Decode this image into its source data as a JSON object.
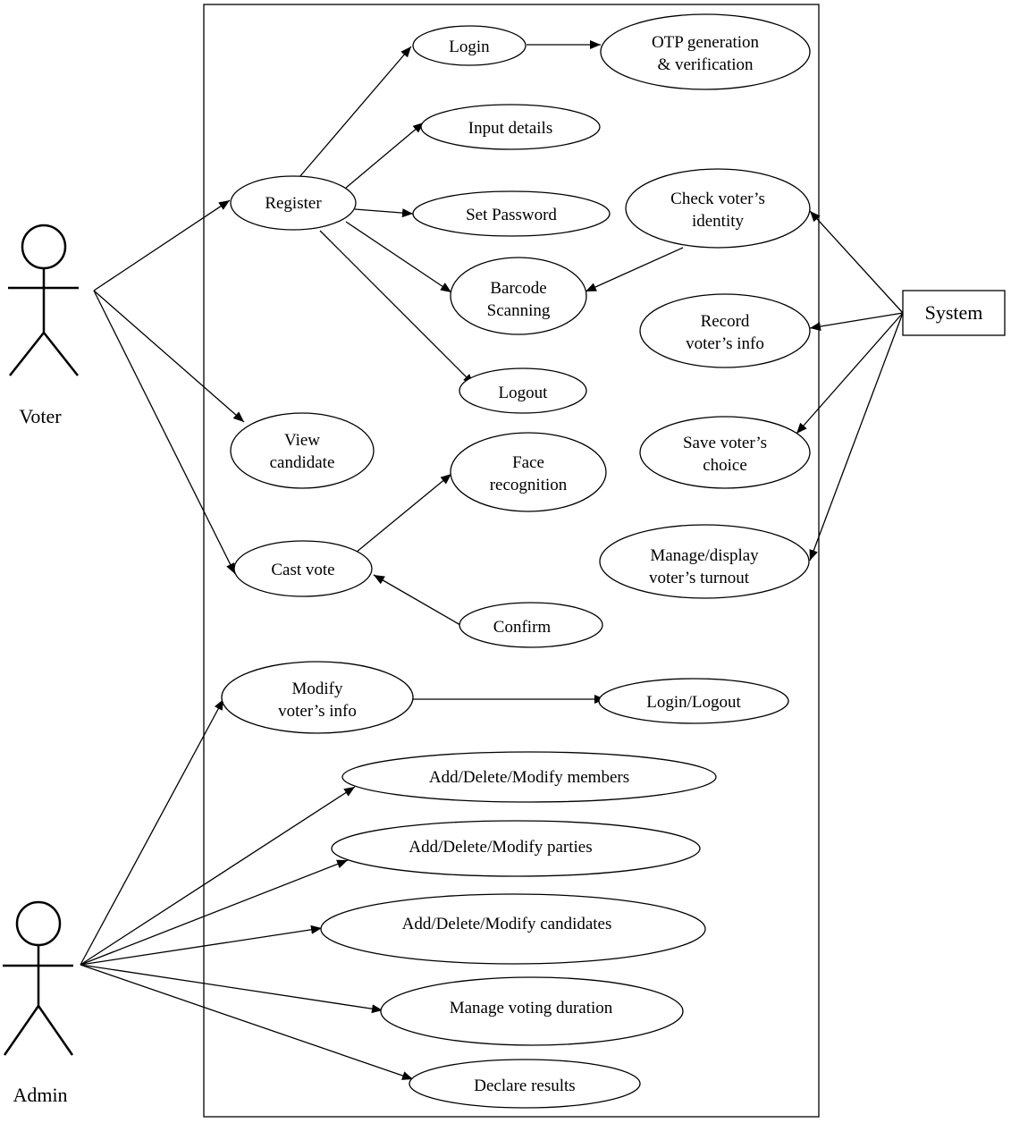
{
  "actors": {
    "voter": "Voter",
    "admin": "Admin",
    "system": "System"
  },
  "use_cases": {
    "login": [
      "Login"
    ],
    "otp": [
      "OTP generation",
      "& verification"
    ],
    "input_details": [
      "Input details"
    ],
    "register": [
      "Register"
    ],
    "set_password": [
      "Set Password"
    ],
    "check_identity": [
      "Check voter’s",
      "identity"
    ],
    "barcode": [
      "Barcode",
      "Scanning"
    ],
    "record_info": [
      "Record",
      "voter’s info"
    ],
    "logout": [
      "Logout"
    ],
    "view_candidate": [
      "View",
      "candidate"
    ],
    "save_choice": [
      "Save voter’s",
      "choice"
    ],
    "face_recognition": [
      "Face",
      "recognition"
    ],
    "cast_vote": [
      "Cast vote"
    ],
    "manage_turnout": [
      "Manage/display",
      "voter’s turnout"
    ],
    "confirm": [
      "Confirm"
    ],
    "modify_info": [
      "Modify",
      "voter’s info"
    ],
    "login_logout": [
      "Login/Logout"
    ],
    "members": [
      "Add/Delete/Modify members"
    ],
    "parties": [
      "Add/Delete/Modify parties"
    ],
    "candidates": [
      "Add/Delete/Modify candidates"
    ],
    "duration": [
      "Manage  voting duration"
    ],
    "results": [
      "Declare results"
    ]
  }
}
